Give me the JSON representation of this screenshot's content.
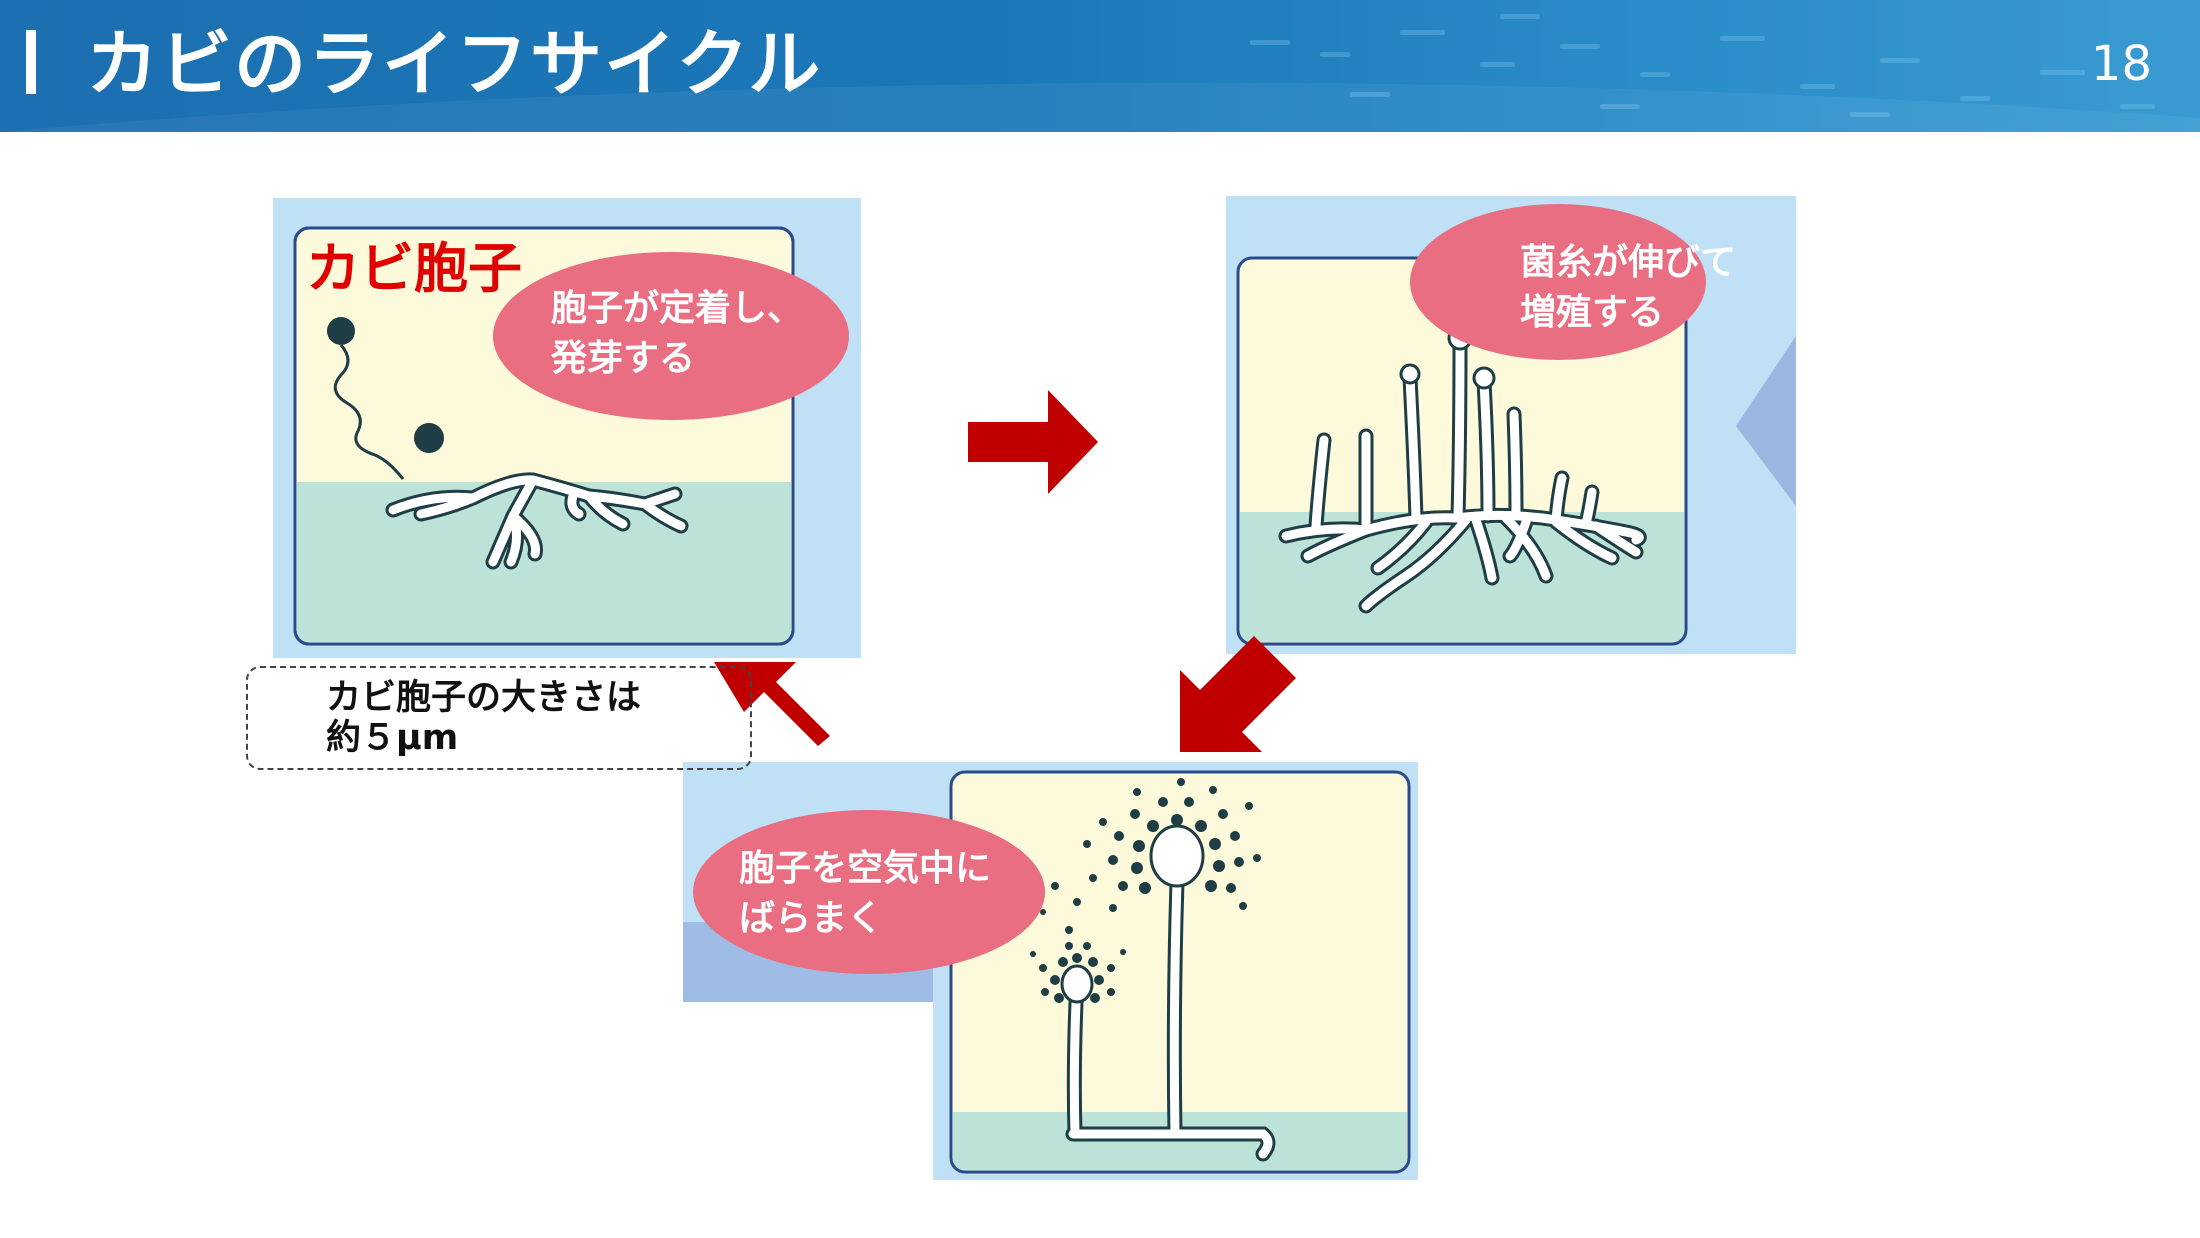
{
  "header": {
    "title": "カビのライフサイクル",
    "page_number": "18"
  },
  "panels": {
    "spore": {
      "title": "カビ胞子",
      "caption_line1": "胞子が定着し、",
      "caption_line2": "発芽する"
    },
    "hyphae": {
      "caption_line1": "菌糸が伸びて",
      "caption_line2": "増殖する"
    },
    "release": {
      "caption_line1": "胞子を空気中に",
      "caption_line2": "ばらまく"
    }
  },
  "note": {
    "text": "カビ胞子の大きさは\n約５μm"
  },
  "colors": {
    "header": "#1a78b8",
    "panel_bg": "#bfe0f5",
    "air": "#fdfadc",
    "substrate": "#bde3d8",
    "bubble": "#e96e82",
    "arrow": "#c00000",
    "hypha_outline": "#1f3d44",
    "spore_dot": "#1f3d44"
  }
}
